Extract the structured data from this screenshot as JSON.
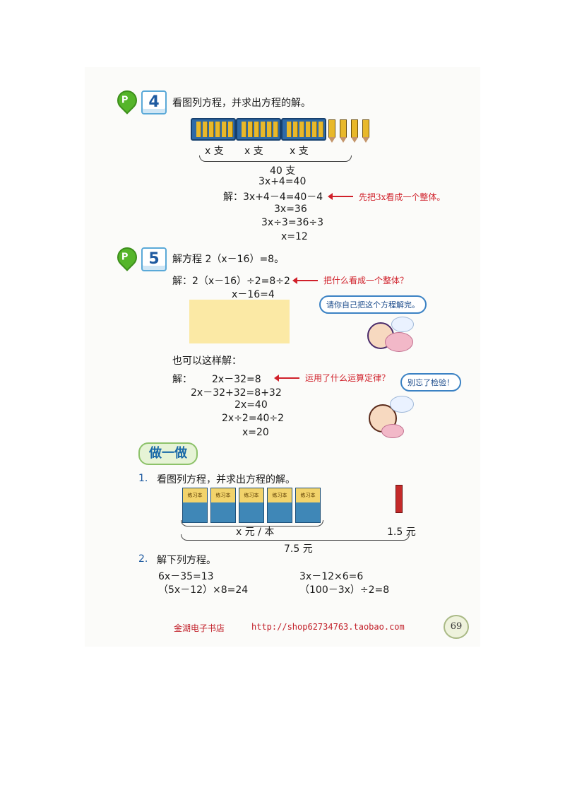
{
  "example4": {
    "number": "4",
    "pin_letter": "P",
    "heading": "看图列方程，并求出方程的解。",
    "box_label": "x 支",
    "total_label": "40 支",
    "lines": [
      "3x+4=40",
      "解：3x+4－4=40－4",
      "3x=36",
      "3x÷3=36÷3",
      "x=12"
    ],
    "note": "先把3x看成一个整体。"
  },
  "example5": {
    "number": "5",
    "pin_letter": "P",
    "heading": "解方程 2（x－16）=8。",
    "lines": [
      "解：2（x－16）÷2=8÷2",
      "x－16=4"
    ],
    "note": "把什么看成一个整体？",
    "bubble": "请你自己把这个方程解完。",
    "alt_heading": "也可以这样解：",
    "alt_lines": [
      "解：",
      "2x－32=8",
      "2x－32+32=8+32",
      "2x=40",
      "2x÷2=40÷2",
      "x=20"
    ],
    "alt_note": "运用了什么运算定律？",
    "bubble2": "别忘了检验！"
  },
  "exercise": {
    "title": "做一做",
    "q1_num": "1.",
    "q1_text": "看图列方程，并求出方程的解。",
    "book_label": "练习本",
    "price_label": "x 元 / 本",
    "pencil_price": "1.5 元",
    "total_price": "7.5 元",
    "q2_num": "2.",
    "q2_text": "解下列方程。",
    "equations": [
      "6x－35=13",
      "3x－12×6=6",
      "（5x－12）×8=24",
      "（100－3x）÷2=8"
    ]
  },
  "footer": {
    "store": "金湖电子书店",
    "url": "http://shop62734763.taobao.com",
    "page": "69"
  },
  "colors": {
    "note_red": "#d0202a",
    "pin_green": "#55b52a",
    "badge_blue": "#5aa9d8",
    "highlight_yellow": "#fbe9a5"
  }
}
